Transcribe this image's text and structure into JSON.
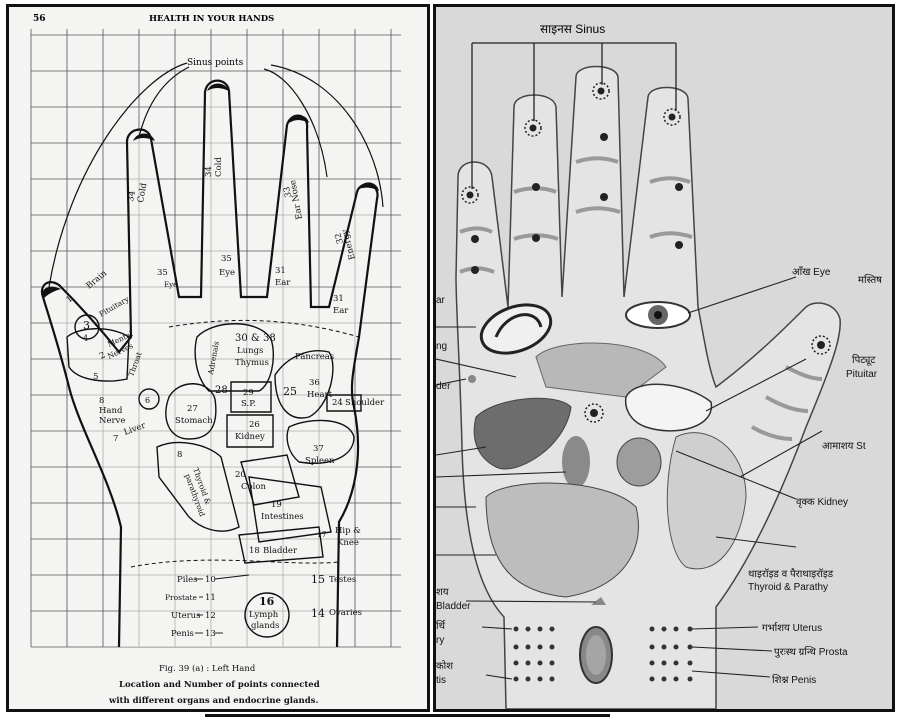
{
  "left": {
    "page_number": "56",
    "header": "HEALTH IN YOUR HANDS",
    "sinus_label": "Sinus points",
    "caption_line1": "Fig. 39  (a) : Left Hand",
    "caption_line2": "Location and Number of points connected",
    "caption_line3": "with different organs and endocrine glands.",
    "labels": {
      "brain": "Brain",
      "p1": "1",
      "pituitary": "Pituitary",
      "p3": "3",
      "p4": "4",
      "mental": "Mental",
      "nerves": "Nerves",
      "p2": "2",
      "p5": "5",
      "throat": "Throat",
      "p6": "6",
      "p8": "8",
      "hand": "Hand",
      "nerve": "Nerve",
      "p7": "7",
      "liver": "Liver",
      "cold1n": "34",
      "cold1": "Cold",
      "cold2n": "34",
      "cold2": "Cold",
      "ear_nose_n": "33",
      "ear_nose": "Ear Nose",
      "energy_n": "32",
      "energy": "Energy",
      "p35a": "35",
      "p35b": "35",
      "eye": "Eye",
      "eye2": "Eye",
      "p31a": "31",
      "ear1": "Ear",
      "p31b": "31",
      "ear2": "Ear",
      "p30": "30 & 38",
      "lungs": "Lungs",
      "thymus": "Thymus",
      "adrenals": "Adrenals",
      "p28": "28",
      "pancreas": "Pancreas",
      "p25": "25",
      "p36": "36",
      "heart": "Heart",
      "p27": "27",
      "stomach": "Stomach",
      "p29": "29",
      "sp": "S.P.",
      "p26": "26",
      "kidney": "Kidney",
      "p24": "24",
      "shoulder": "Shoulder",
      "p37": "37",
      "spleen": "Spleen",
      "p20": "20",
      "colon": "Colon",
      "thyroid1": "Thyroid &",
      "thyroid2": "parathyroid",
      "p19": "19",
      "intestines": "Intestines",
      "p18": "18",
      "bladder": "Bladder",
      "p17": "17",
      "hip": "Hip &",
      "knee": "Knee",
      "piles": "Piles",
      "p10": "10",
      "prostate": "Prostate",
      "p11": "11",
      "uterus": "Uterus",
      "p12": "12",
      "penis": "Penis",
      "p13": "13",
      "p16": "16",
      "lymph1": "Lymph",
      "lymph2": "glands",
      "p15": "15",
      "testes": "Testes",
      "p14": "14",
      "ovaries": "Ovaries"
    }
  },
  "right": {
    "sinus": "साइनस Sinus",
    "eye": "आँख Eye",
    "brain": "मस्तिष",
    "pituitary1": "पिट्यूट",
    "pituitary2": "Pituitar",
    "stomach": "आमाशय St",
    "kidney": "वृक्क Kidney",
    "thyroid1": "थाइरॉइड व पैराथाइरॉइड",
    "thyroid2": "Thyroid & Parathy",
    "uterus": "गर्भाशय Uterus",
    "prostate": "पुरःस्थ ग्रन्थि Prosta",
    "penis": "शिश्न Penis",
    "l_ar": "ar",
    "l_ng": "ng",
    "l_der": "der",
    "l_bladder1": "शय",
    "l_bladder2": "Bladder",
    "l_ry1": "र्थि",
    "l_ry2": "ry",
    "l_tis1": "कोश",
    "l_tis2": "tis"
  }
}
